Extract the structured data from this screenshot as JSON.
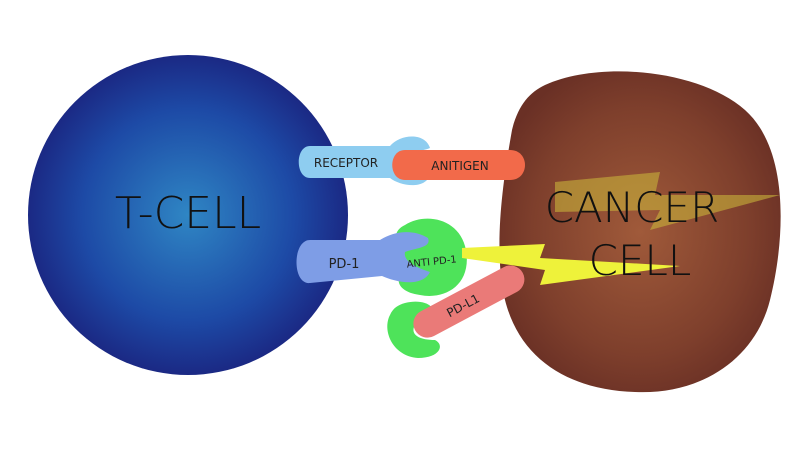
{
  "diagram": {
    "t_cell": {
      "label": "T-CELL",
      "color": "#1d3a9e"
    },
    "cancer_cell": {
      "label_line1": "CANCER",
      "label_line2": "CELL",
      "color": "#7a3a2c"
    },
    "receptor": {
      "label": "RECEPTOR",
      "color": "#8ecdf0"
    },
    "antigen": {
      "label": "ANITIGEN",
      "color": "#f26a4a"
    },
    "pd1": {
      "label": "PD-1",
      "color": "#7e9de6"
    },
    "anti_pd1": {
      "label": "ANTI PD-1",
      "color": "#4ee35a"
    },
    "pdl1": {
      "label": "PD-L1",
      "color": "#ea7a78"
    },
    "lightning": {
      "color": "#eef23a"
    }
  }
}
